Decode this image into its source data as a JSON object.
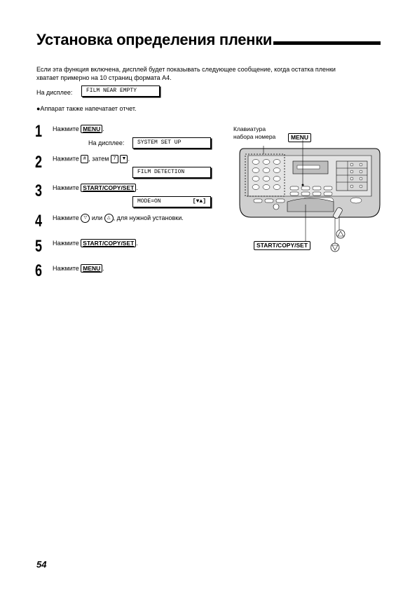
{
  "title": "Установка определения пленки",
  "intro": {
    "line1": "Если эта функция включена, дисплей будет показывать следующее сообщение, когда остатка пленки",
    "line2": "хватает примерно на 10 страниц формата A4.",
    "display_label": "На дисплее:",
    "display_value": "FILM NEAR EMPTY",
    "note": "●Аппарат также напечатает отчет."
  },
  "steps": [
    {
      "num": "1",
      "prefix": "Нажмите",
      "key": "MENU",
      "suffix": ".",
      "sub_label": "На дисплее:",
      "display": "SYSTEM SET UP"
    },
    {
      "num": "2",
      "prefix": "Нажмите",
      "key1": "#",
      "mid": ", затем",
      "key2": "7",
      "key3": "▼",
      "suffix": ".",
      "display": "FILM DETECTION"
    },
    {
      "num": "3",
      "prefix": "Нажмите",
      "key": "START/COPY/SET",
      "suffix": ".",
      "display": "MODE=ON",
      "display_right": "[▼▲]"
    },
    {
      "num": "4",
      "prefix": "Нажмите",
      "icon1": "▽",
      "mid": "или",
      "icon2": "△",
      "suffix": ", для нужной установки."
    },
    {
      "num": "5",
      "prefix": "Нажмите",
      "key": "START/COPY/SET",
      "suffix": "."
    },
    {
      "num": "6",
      "prefix": "Нажмите",
      "key": "MENU",
      "suffix": "."
    }
  ],
  "diagram": {
    "label_keypad_1": "Клавиатура",
    "label_keypad_2": "набора номера",
    "label_menu": "MENU",
    "label_start": "START/COPY/SET"
  },
  "page_number": "54"
}
